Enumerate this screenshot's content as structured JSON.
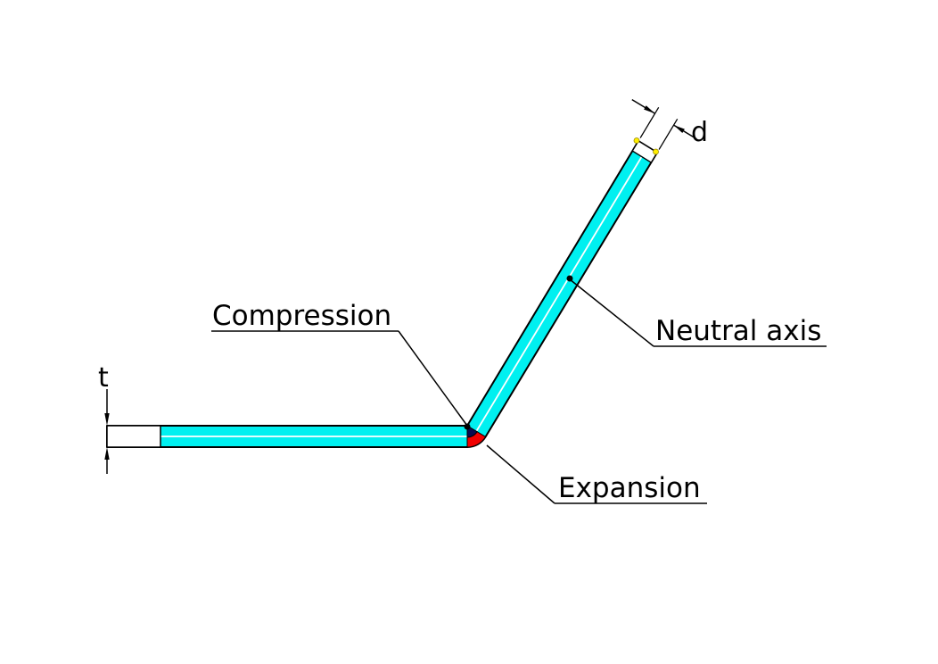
{
  "diagram": {
    "kind": "sheet-metal-bending-diagram",
    "labels": {
      "compression": "Compression",
      "expansion": "Expansion",
      "neutral_axis": "Neutral axis",
      "thickness": "t",
      "depth": "d"
    },
    "colors": {
      "sheet": "#00F0F0",
      "compression_zone": "#0a0a50",
      "expansion_zone": "#f00000",
      "neutral_axis_line": "#ffffff",
      "outline": "#000000",
      "vertex_marker": "#ffee00",
      "background": "#ffffff"
    }
  }
}
